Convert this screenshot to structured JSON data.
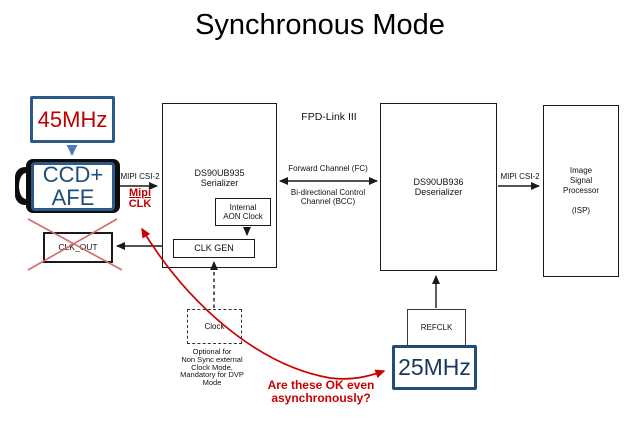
{
  "slide": {
    "title": "Synchronous Mode"
  },
  "colors": {
    "blue_box_border": "#2d5986",
    "navy_box_border": "#1f4e79",
    "dark_blue_text": "#1f4e79",
    "red_text": "#c00000",
    "red_arrow": "#cc0000",
    "soft_red_cross": "#d46a6a",
    "arrow_blue": "#4a7ebb",
    "line_black": "#1a1a1a"
  },
  "icons": {
    "camera": "camera-icon",
    "cross_out": "red-cross-icon",
    "async_link": "curved-double-arrow-icon"
  },
  "blocks": {
    "osc45": {
      "label": "45MHz"
    },
    "ccd_afe": {
      "lines": [
        "CCD+",
        "AFE"
      ]
    },
    "serializer": {
      "lines": [
        "DS90UB935",
        "Serializer"
      ]
    },
    "aon_clock": {
      "lines": [
        "Internal",
        "AON Clock"
      ]
    },
    "clk_gen": {
      "label": "CLK GEN"
    },
    "clk_out": {
      "label": "CLK_OUT"
    },
    "deserializer": {
      "lines": [
        "DS90UB936",
        "Deserializer"
      ]
    },
    "isp": {
      "lines": [
        "Image",
        "Signal",
        "Processor"
      ],
      "sub": "(ISP)"
    },
    "ext_clock": {
      "label": "Clock"
    },
    "refclk": {
      "label": "REFCLK"
    },
    "osc25": {
      "label": "25MHz"
    }
  },
  "labels": {
    "fpd_link": "FPD-Link III",
    "mipi_csi2_left": "MIPI CSI-2",
    "mipi_clk": {
      "lines": [
        "Mipi",
        "CLK"
      ]
    },
    "forward_channel": "Forward Channel (FC)",
    "bcc": {
      "lines": [
        "Bi-directional Control",
        "Channel (BCC)"
      ]
    },
    "mipi_csi2_right": "MIPI CSI-2",
    "clock_note": {
      "lines": [
        "Optional for",
        "Non Sync external",
        "Clock Mode,",
        "Mandatory for DVP",
        "Mode"
      ]
    },
    "question": {
      "lines": [
        "Are these OK even",
        "asynchronously?"
      ]
    }
  }
}
